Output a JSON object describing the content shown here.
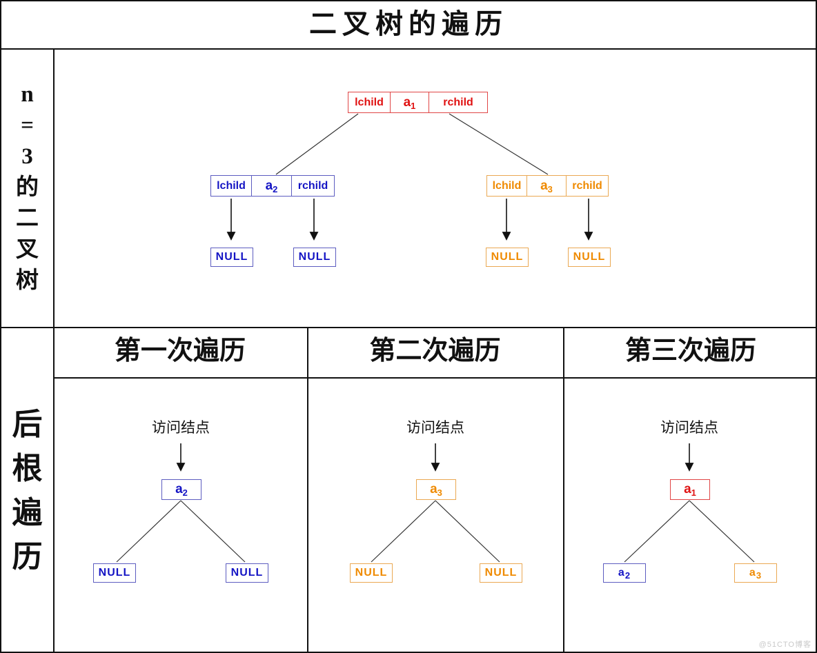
{
  "title": "二叉树的遍历",
  "watermark": "@51CTO博客",
  "colors": {
    "red": {
      "text": "#e01212",
      "border": "#e04545"
    },
    "blue": {
      "text": "#1414c4",
      "border": "#5c5cc0"
    },
    "orange": {
      "text": "#ef8a00",
      "border": "#eaa852"
    }
  },
  "sidebar_top": {
    "label": "n=3的二叉树",
    "chars": [
      "n",
      "=",
      "3",
      "的",
      "二",
      "叉",
      "树"
    ]
  },
  "sidebar_bottom": {
    "label": "后根遍历",
    "chars": [
      "后",
      "根",
      "遍",
      "历"
    ]
  },
  "tree": {
    "nodes": [
      {
        "lchild": "lchild",
        "label": "a",
        "sub": "1",
        "rchild": "rchild",
        "color": "red"
      },
      {
        "lchild": "lchild",
        "label": "a",
        "sub": "2",
        "rchild": "rchild",
        "color": "blue"
      },
      {
        "lchild": "lchild",
        "label": "a",
        "sub": "3",
        "rchild": "rchild",
        "color": "orange"
      }
    ],
    "nulls": [
      {
        "label": "NULL",
        "color": "blue"
      },
      {
        "label": "NULL",
        "color": "blue"
      },
      {
        "label": "NULL",
        "color": "orange"
      },
      {
        "label": "NULL",
        "color": "orange"
      }
    ]
  },
  "columns": [
    {
      "header": "第一次遍历",
      "visit_label": "访问结点",
      "node": {
        "label": "a",
        "sub": "2",
        "color": "blue"
      },
      "children": [
        {
          "label": "NULL",
          "sub": "",
          "color": "blue"
        },
        {
          "label": "NULL",
          "sub": "",
          "color": "blue"
        }
      ]
    },
    {
      "header": "第二次遍历",
      "visit_label": "访问结点",
      "node": {
        "label": "a",
        "sub": "3",
        "color": "orange"
      },
      "children": [
        {
          "label": "NULL",
          "sub": "",
          "color": "orange"
        },
        {
          "label": "NULL",
          "sub": "",
          "color": "orange"
        }
      ]
    },
    {
      "header": "第三次遍历",
      "visit_label": "访问结点",
      "node": {
        "label": "a",
        "sub": "1",
        "color": "red"
      },
      "children": [
        {
          "label": "a",
          "sub": "2",
          "color": "blue"
        },
        {
          "label": "a",
          "sub": "3",
          "color": "orange"
        }
      ]
    }
  ]
}
